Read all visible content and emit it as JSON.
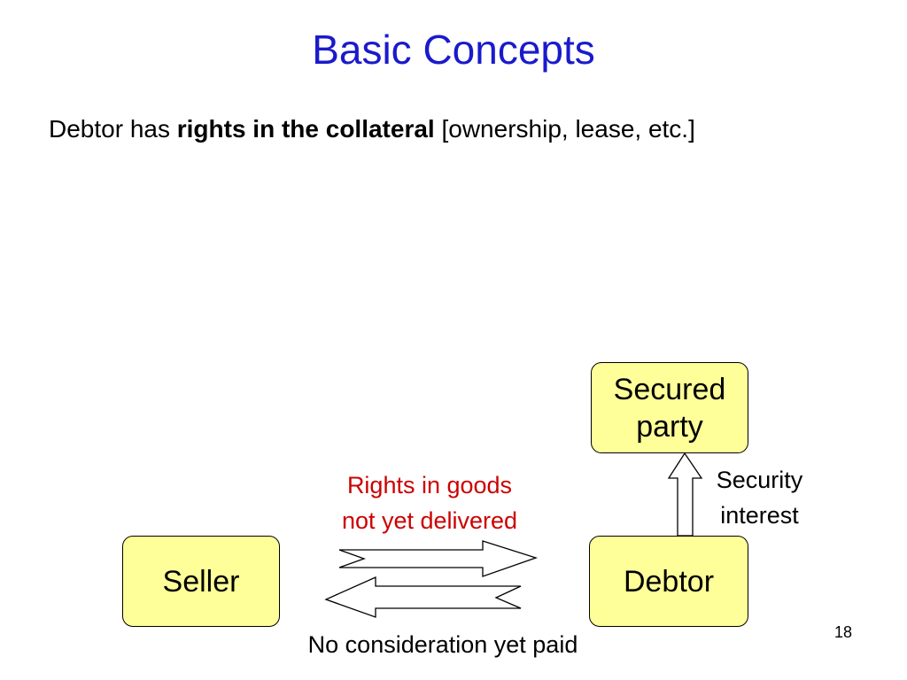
{
  "slide": {
    "title": "Basic Concepts",
    "bullet": {
      "prefix": "Debtor has ",
      "bold": "rights in the collateral",
      "suffix": " [ownership, lease, etc.]"
    },
    "page_number": "18"
  },
  "diagram": {
    "nodes": {
      "seller": "Seller",
      "debtor": "Debtor",
      "secured_party_line1": "Secured",
      "secured_party_line2": "party"
    },
    "labels": {
      "rights_line1": "Rights in goods",
      "rights_line2": "not yet delivered",
      "security_line1": "Security",
      "security_line2": "interest",
      "no_consideration": "No consideration yet paid"
    },
    "colors": {
      "title": "#1a1acc",
      "box_fill": "#ffff99",
      "rights_label": "#cc0000"
    }
  }
}
